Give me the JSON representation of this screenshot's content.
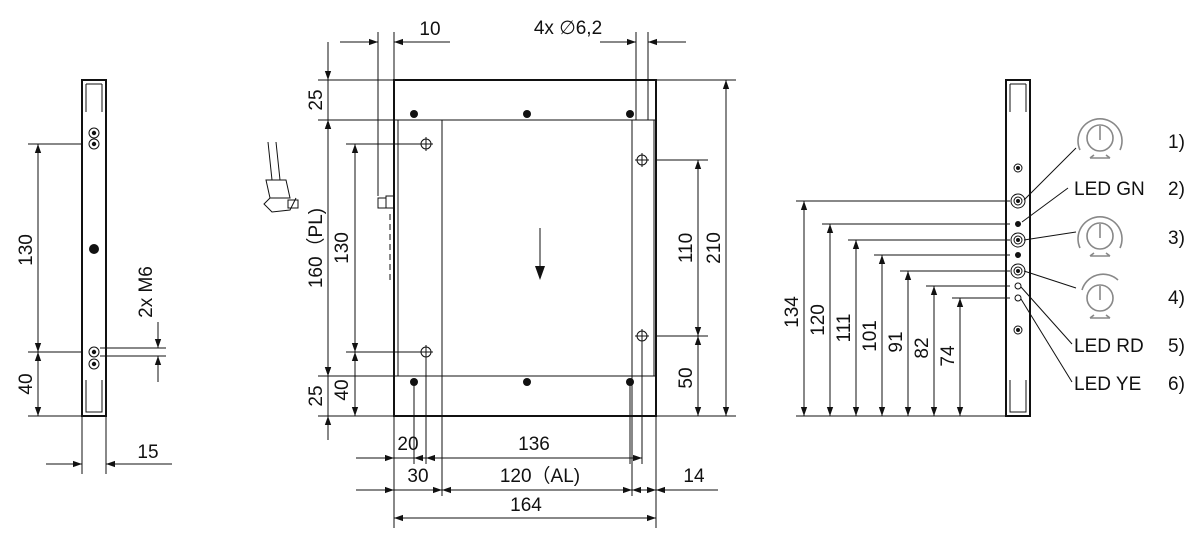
{
  "side_view_left": {
    "dim_130": "130",
    "dim_40": "40",
    "thread_label": "2x M6",
    "width_15": "15"
  },
  "front_view": {
    "hole_spacing_10": "10",
    "hole_label": "4x ∅6,2",
    "dim_25_top": "25",
    "dim_160": "160（PL)",
    "dim_130": "130",
    "dim_25_bottom": "25",
    "dim_40": "40",
    "dim_110": "110",
    "dim_210": "210",
    "dim_50": "50",
    "dim_20": "20",
    "dim_136": "136",
    "dim_30": "30",
    "dim_120": "120（AL)",
    "dim_14": "14",
    "dim_164": "164"
  },
  "side_view_right": {
    "heights": [
      "134",
      "120",
      "111",
      "101",
      "91",
      "82",
      "74"
    ],
    "legend": [
      {
        "num": "1)",
        "label": ""
      },
      {
        "num": "2)",
        "label": "LED GN"
      },
      {
        "num": "3)",
        "label": ""
      },
      {
        "num": "4)",
        "label": ""
      },
      {
        "num": "5)",
        "label": "LED RD"
      },
      {
        "num": "6)",
        "label": "LED YE"
      }
    ],
    "icons": [
      "potentiometer-icon",
      "potentiometer-icon",
      "rotary-knob-icon"
    ]
  }
}
